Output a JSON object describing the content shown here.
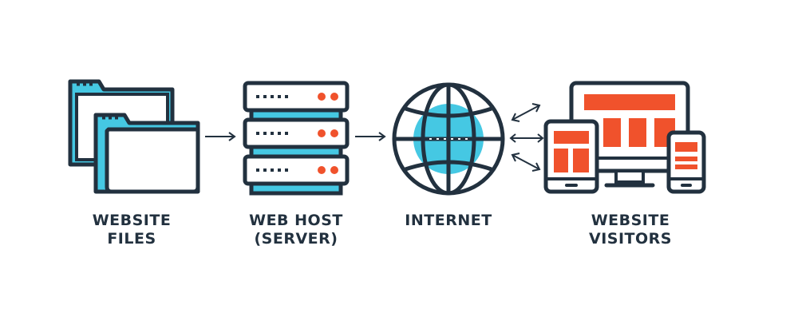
{
  "diagram": {
    "steps": [
      {
        "label_line1": "WEBSITE",
        "label_line2": "FILES",
        "icon": "folders-icon"
      },
      {
        "label_line1": "WEB HOST",
        "label_line2": "(SERVER)",
        "icon": "server-icon"
      },
      {
        "label_line1": "INTERNET",
        "label_line2": "",
        "icon": "globe-icon"
      },
      {
        "label_line1": "WEBSITE",
        "label_line2": "VISITORS",
        "icon": "devices-icon"
      }
    ],
    "colors": {
      "outline": "#22313f",
      "cyan": "#45c8e3",
      "orange": "#f0522c",
      "text": "#22313f"
    }
  }
}
